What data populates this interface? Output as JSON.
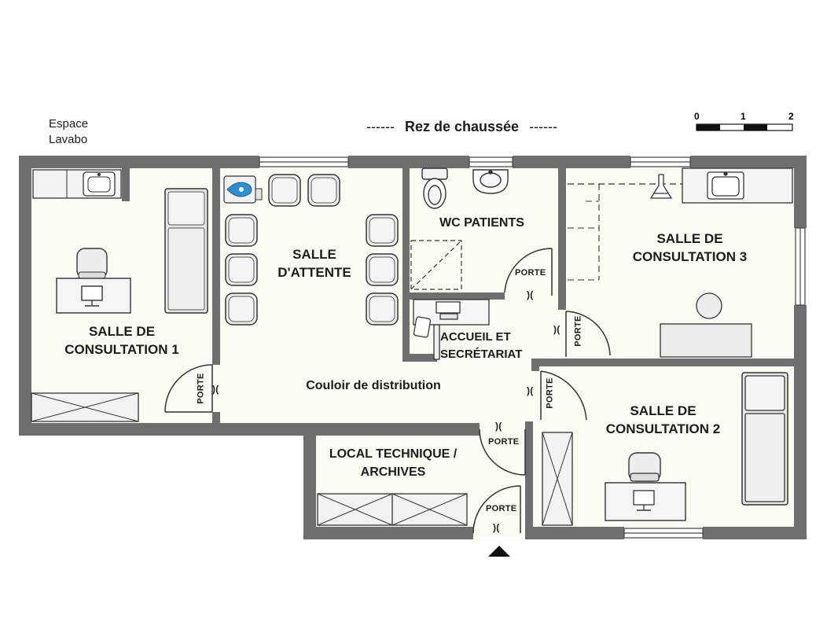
{
  "header": {
    "espace_line1": "Espace",
    "espace_line2": "Lavabo",
    "title": "Rez de chaussée",
    "dashes": "------",
    "scale_ticks": [
      "0",
      "1",
      "2"
    ]
  },
  "rooms": {
    "consult1": [
      "SALLE DE",
      "CONSULTATION 1"
    ],
    "attente": [
      "SALLE",
      "D'ATTENTE"
    ],
    "wc": [
      "WC PATIENTS"
    ],
    "consult3": [
      "SALLE DE",
      "CONSULTATION 3"
    ],
    "accueil": [
      "ACCUEIL ET",
      "SECRÉTARIAT"
    ],
    "consult2": [
      "SALLE DE",
      "CONSULTATION 2"
    ],
    "technique": [
      "LOCAL TECHNIQUE /",
      "ARCHIVES"
    ],
    "couloir": "Couloir de distribution"
  },
  "door_label": "PORTE",
  "door_mark": ")(",
  "colors": {
    "wall": "#6e6e6e",
    "floor": "#fbfbf4",
    "furniture": "#e6e6e6",
    "line": "#2a2a2a",
    "accent": "#2d8fd2"
  }
}
